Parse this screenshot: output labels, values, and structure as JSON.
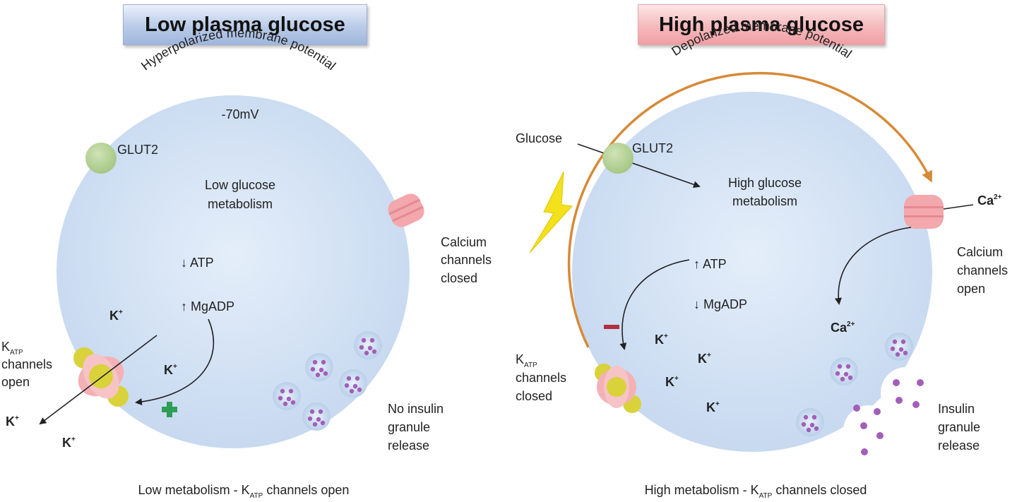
{
  "left": {
    "title": "Low plasma glucose",
    "membrane": "Hyperpolarized membrane potential",
    "voltage": "-70mV",
    "glut": "GLUT2",
    "metabolism": [
      "Low glucose",
      "metabolism"
    ],
    "atp": "↓ ATP",
    "mgadp": "↑ MgADP",
    "calcium": [
      "Calcium",
      "channels",
      "closed"
    ],
    "katp": {
      "k": "K",
      "sub": "ATP",
      "lines": [
        "channels",
        "open"
      ]
    },
    "k_ion": "K",
    "k_sup": "+",
    "granule": [
      "No insulin",
      "granule",
      "release"
    ],
    "caption": {
      "before": "Low metabolism - K",
      "sub": "ATP",
      "after": " channels open"
    }
  },
  "right": {
    "title": "High plasma glucose",
    "membrane": "Depolarized membrane potential",
    "glucose": "Glucose",
    "glut": "GLUT2",
    "metabolism": [
      "High glucose",
      "metabolism"
    ],
    "atp": "↑ ATP",
    "mgadp": "↓ MgADP",
    "ca_ion": "Ca",
    "ca_sup": "2+",
    "calcium": [
      "Calcium",
      "channels",
      "open"
    ],
    "katp": {
      "k": "K",
      "sub": "ATP",
      "lines": [
        "channels",
        "closed"
      ]
    },
    "k_ion": "K",
    "k_sup": "+",
    "granule": [
      "Insulin",
      "granule",
      "release"
    ],
    "caption": {
      "before": "High metabolism - K",
      "sub": "ATP",
      "after": " channels closed"
    }
  },
  "colors": {
    "cell_fill": "#d4e3f5",
    "glut_fill": "#b9d39a",
    "channel_fill": "#f3a8ad",
    "katp_yellow": "#d9d23a",
    "arc": "#d68a37",
    "granule_dot": "#a25fb8",
    "bolt": "#f2e11c",
    "plus": "#2e9e57",
    "minus": "#b03040"
  }
}
